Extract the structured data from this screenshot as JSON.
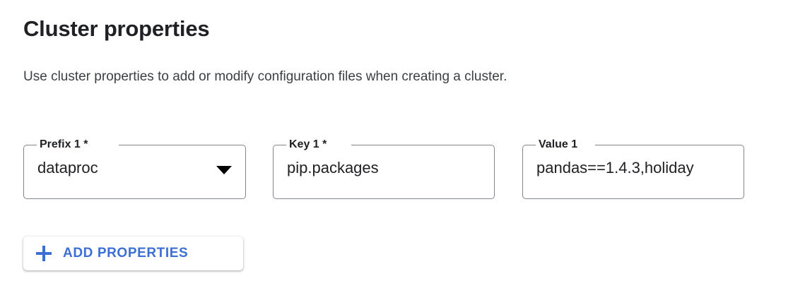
{
  "page": {
    "title": "Cluster properties",
    "description": "Use cluster properties to add or modify configuration files when creating a cluster."
  },
  "fields": [
    {
      "name": "prefix",
      "label": "Prefix 1 *",
      "value": "dataproc",
      "type": "select",
      "required": true,
      "placeholder": "",
      "icon": "chevron-down-icon"
    },
    {
      "name": "key",
      "label": "Key 1 *",
      "value": "pip.packages",
      "type": "text",
      "required": true,
      "placeholder": ""
    },
    {
      "name": "value",
      "label": "Value 1",
      "value": "pandas==1.4.3,holiday",
      "type": "text",
      "required": false,
      "placeholder": ""
    }
  ],
  "actions": {
    "add_properties_label": "ADD PROPERTIES",
    "add_properties_icon": "plus-icon"
  },
  "colors": {
    "accent": "#3c6fd4",
    "text": "#202124",
    "secondary_text": "#3c4043",
    "border": "#80868b",
    "background": "#ffffff"
  }
}
